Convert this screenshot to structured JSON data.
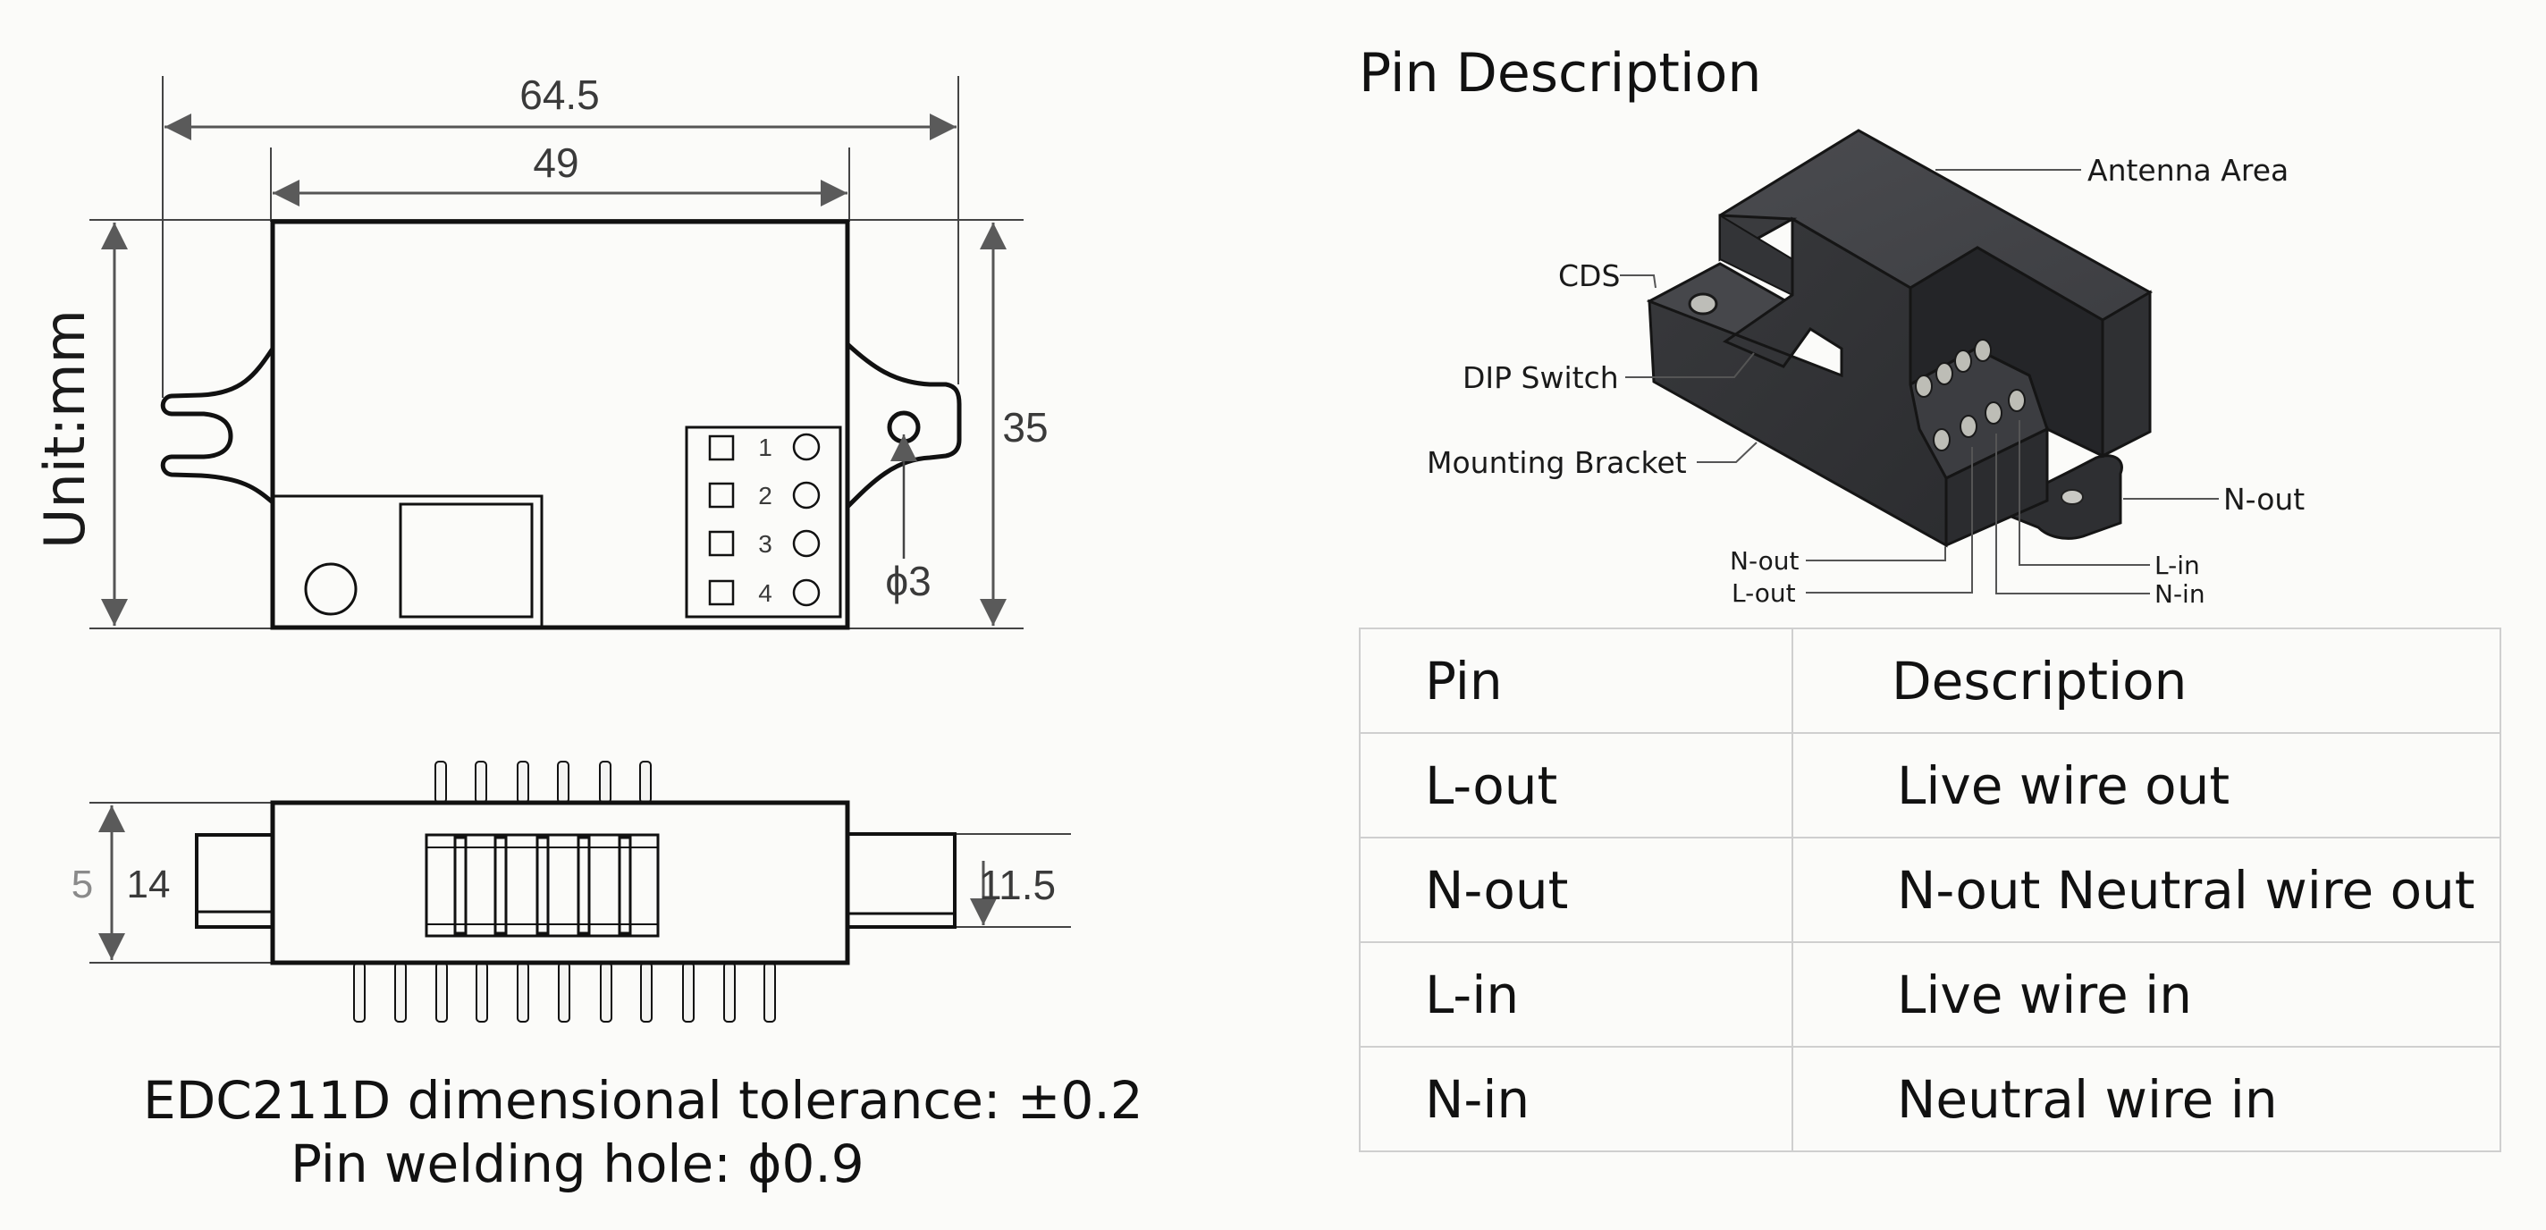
{
  "top_view": {
    "unit_label": "Unit:mm",
    "overall_width": "64.5",
    "body_width": "49",
    "height": "35",
    "hole_diameter": "ϕ3",
    "dip_positions": [
      "1",
      "2",
      "3",
      "4"
    ]
  },
  "side_view": {
    "left_small": "5",
    "left_height": "14",
    "right_height": "11.5"
  },
  "notes": {
    "tolerance": "EDC211D dimensional tolerance: ±0.2",
    "pin_hole": "Pin welding hole: ϕ0.9"
  },
  "pin_description": {
    "title": "Pin Description",
    "callouts": {
      "antenna": "Antenna Area",
      "cds": "CDS",
      "dip": "DIP Switch",
      "bracket": "Mounting Bracket",
      "n_out_right": "N-out",
      "n_out": "N-out",
      "l_out": "L-out",
      "l_in": "L-in",
      "n_in": "N-in"
    },
    "table": {
      "headers": [
        "Pin",
        "Description"
      ],
      "rows": [
        [
          "L-out",
          "Live wire out"
        ],
        [
          "N-out",
          "N-out Neutral wire out"
        ],
        [
          "L-in",
          "Live wire in"
        ],
        [
          "N-in",
          "Neutral wire in"
        ]
      ]
    }
  },
  "colors": {
    "background": "#fbfbf9",
    "device_body": "#3c3d40",
    "table_border": "#cfcfcf"
  }
}
